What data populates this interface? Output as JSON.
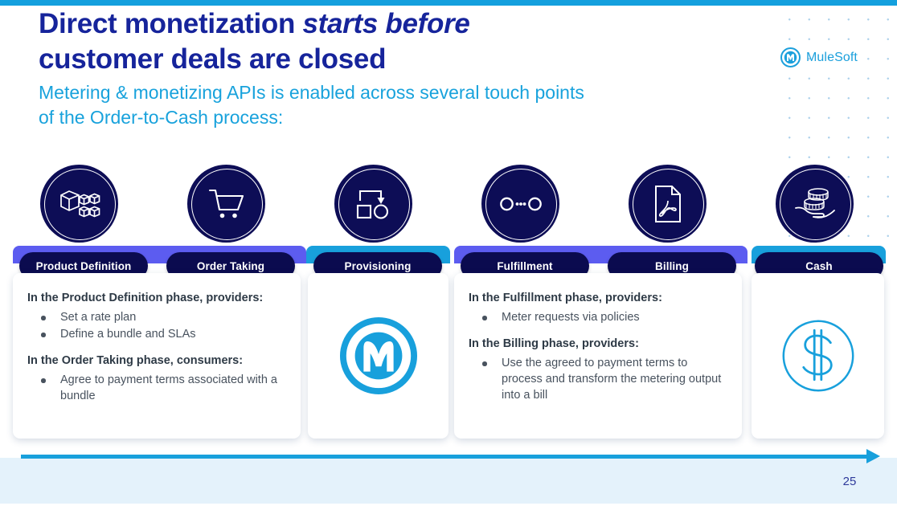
{
  "slide": {
    "title_line1_plain": "Direct monetization ",
    "title_line1_italic": "starts before",
    "title_line2": "customer deals are closed",
    "subtitle": "Metering & monetizing APIs is enabled across several touch points of the Order-to-Cash process:",
    "page_number": "25"
  },
  "brand": {
    "name": "MuleSoft",
    "mark": "mulesoft-logo-icon",
    "color": "#1CA0DC"
  },
  "colors": {
    "top_bar": "#14A0DE",
    "headline": "#16249B",
    "subtitle": "#18A2DC",
    "band_indigo": "#5C5CF0",
    "band_cyan": "#18A0DC",
    "pill_navy": "#0B0B4F",
    "icon_circle_navy": "#0D0D56",
    "accent_cyan": "#18A0DC",
    "footer_band": "#E4F2FB",
    "body_text": "#48525E",
    "heading_text": "#2E3A46"
  },
  "icons": [
    {
      "name": "product-bundles-icon",
      "label": "Product Definition"
    },
    {
      "name": "shopping-cart-icon",
      "label": "Order Taking"
    },
    {
      "name": "flow-diagram-icon",
      "label": "Provisioning"
    },
    {
      "name": "api-connection-icon",
      "label": "Fulfillment"
    },
    {
      "name": "pdf-document-icon",
      "label": "Billing"
    },
    {
      "name": "hand-with-coins-icon",
      "label": "Cash"
    }
  ],
  "phases": [
    {
      "label": "Product Definition",
      "band": "indigo"
    },
    {
      "label": "Order Taking",
      "band": "indigo"
    },
    {
      "label": "Provisioning",
      "band": "cyan"
    },
    {
      "label": "Fulfillment",
      "band": "indigo"
    },
    {
      "label": "Billing",
      "band": "indigo"
    },
    {
      "label": "Cash",
      "band": "cyan"
    }
  ],
  "cards": [
    {
      "id": "product-order",
      "sections": [
        {
          "heading": "In the Product Definition phase, providers:",
          "bullets": [
            "Set a rate plan",
            "Define a bundle and SLAs"
          ]
        },
        {
          "heading": "In the Order Taking phase, consumers:",
          "bullets": [
            "Agree to payment terms associated with a bundle"
          ]
        }
      ]
    },
    {
      "id": "provisioning",
      "graphic": "mulesoft-logo-icon",
      "sections": []
    },
    {
      "id": "fulfillment-billing",
      "sections": [
        {
          "heading": "In the Fulfillment phase, providers:",
          "bullets": [
            "Meter requests via policies"
          ]
        },
        {
          "heading": "In the Billing phase, providers:",
          "bullets": [
            "Use the agreed to payment terms to process and transform the metering output into a bill"
          ]
        }
      ]
    },
    {
      "id": "cash",
      "graphic": "dollar-sign-circle-icon",
      "sections": []
    }
  ]
}
